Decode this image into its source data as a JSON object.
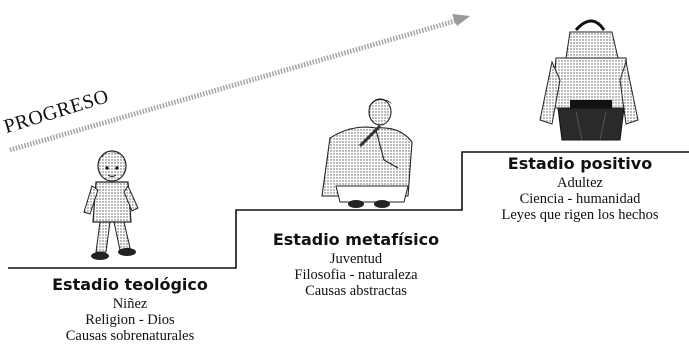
{
  "progress_label": "PROGRESO",
  "colors": {
    "ink": "#111111",
    "arrow": "#9a9a9a"
  },
  "stages": [
    {
      "title": "Estadio teológico",
      "lines": [
        "Niñez",
        "Religion - Dios",
        "Causas sobrenaturales"
      ],
      "figure_icon": "child-figure-icon"
    },
    {
      "title": "Estadio metafísico",
      "lines": [
        "Juventud",
        "Filosofia - naturaleza",
        "Causas abstractas"
      ],
      "figure_icon": "youth-thinking-figure-icon"
    },
    {
      "title": "Estadio positivo",
      "lines": [
        "Adultez",
        "Ciencia - humanidad",
        "Leyes que rigen los hechos"
      ],
      "figure_icon": "adult-figure-icon"
    }
  ]
}
